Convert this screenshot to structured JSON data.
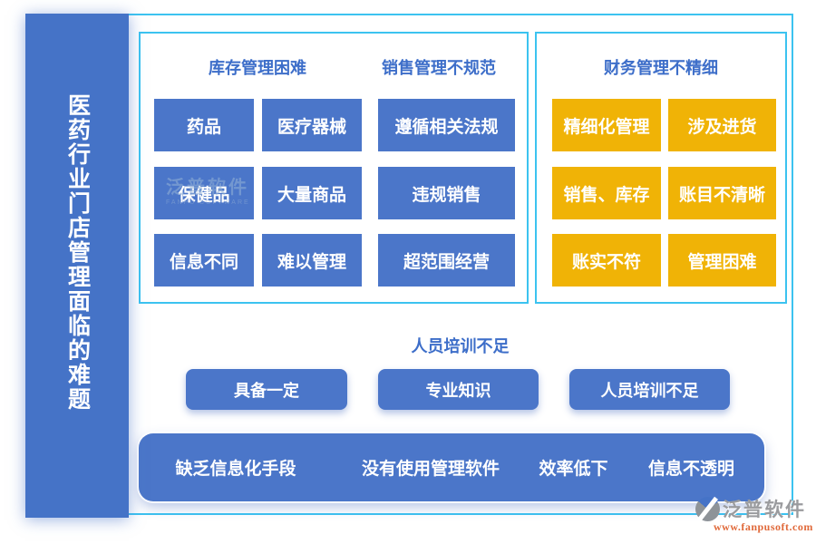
{
  "sidebar": {
    "title": "医药行业门店管理面临的难题"
  },
  "inventory_sales_panel": {
    "headers": {
      "inventory": "库存管理困难",
      "sales": "销售管理不规范"
    },
    "buttons": {
      "col1": [
        "药品",
        "保健品",
        "信息不同"
      ],
      "col2": [
        "医疗器械",
        "大量商品",
        "难以管理"
      ],
      "col3": [
        "遵循相关法规",
        "违规销售",
        "超范围经营"
      ]
    }
  },
  "finance_panel": {
    "header": "财务管理不精细",
    "buttons": {
      "col1": [
        "精细化管理",
        "销售、库存",
        "账实不符"
      ],
      "col2": [
        "涉及进货",
        "账目不清晰",
        "管理困难"
      ]
    }
  },
  "training_section": {
    "header": "人员培训不足",
    "buttons": [
      "具备一定",
      "专业知识",
      "人员培训不足"
    ]
  },
  "bottom_bar": {
    "items": [
      "缺乏信息化手段",
      "没有使用管理软件",
      "效率低下",
      "信息不透明"
    ]
  },
  "watermark": {
    "text": "泛普软件",
    "subtext": "FANPU SOFTWARE"
  },
  "logo": {
    "brand": "泛普软件",
    "website": "www.fanpusoft.com"
  },
  "colors": {
    "primary_blue": "#4B76C9",
    "sidebar_blue": "#4573C7",
    "gold": "#F0B306",
    "frame_cyan": "#3CC3F0",
    "heading_blue": "#3D6EC9",
    "link_orange": "#E0693A"
  }
}
